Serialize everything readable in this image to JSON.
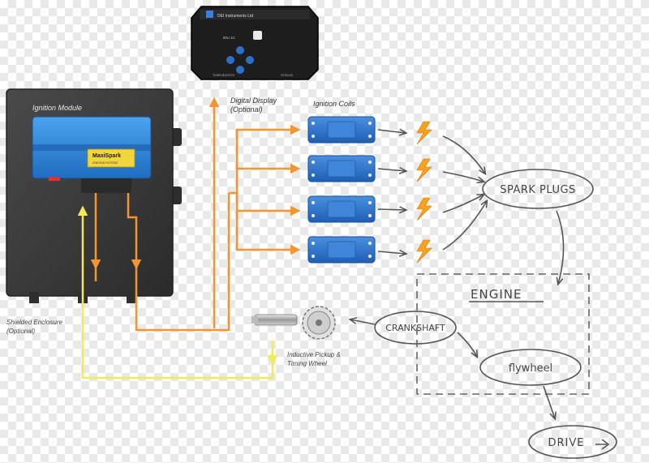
{
  "display": {
    "label_line1": "Digital Display",
    "label_line2": "(Optional)",
    "brand": "DEI Instruments Ltd",
    "screen_text": "IDU 1C",
    "footer_left": "TIGER BOOSTS",
    "footer_right": "STOKOS"
  },
  "module": {
    "label": "Ignition Module",
    "product": "MaxiSpark",
    "product_sub": "IGNITION SYSTEM"
  },
  "enclosure": {
    "label_line1": "Shielded Enclosure",
    "label_line2": "(Optional)"
  },
  "coils": {
    "label": "Ignition Coils",
    "count": 4
  },
  "pickup": {
    "label_line1": "Inductive Pickup &",
    "label_line2": "Timing Wheel"
  },
  "nodes": {
    "spark_plugs": "SPARK PLUGS",
    "engine": "ENGINE",
    "crankshaft": "CRANKSHAFT",
    "flywheel": "flywheel",
    "drive": "DRIVE"
  },
  "colors": {
    "enclosure": "#3a3a3a",
    "module": "#2a7fd4",
    "coil": "#2c6fc6",
    "orange_wire": "#f4962f",
    "yellow_wire": "#f5ee6c",
    "spark": "#f7a21b",
    "display": "#1d1d1d",
    "sketch": "#555555"
  }
}
